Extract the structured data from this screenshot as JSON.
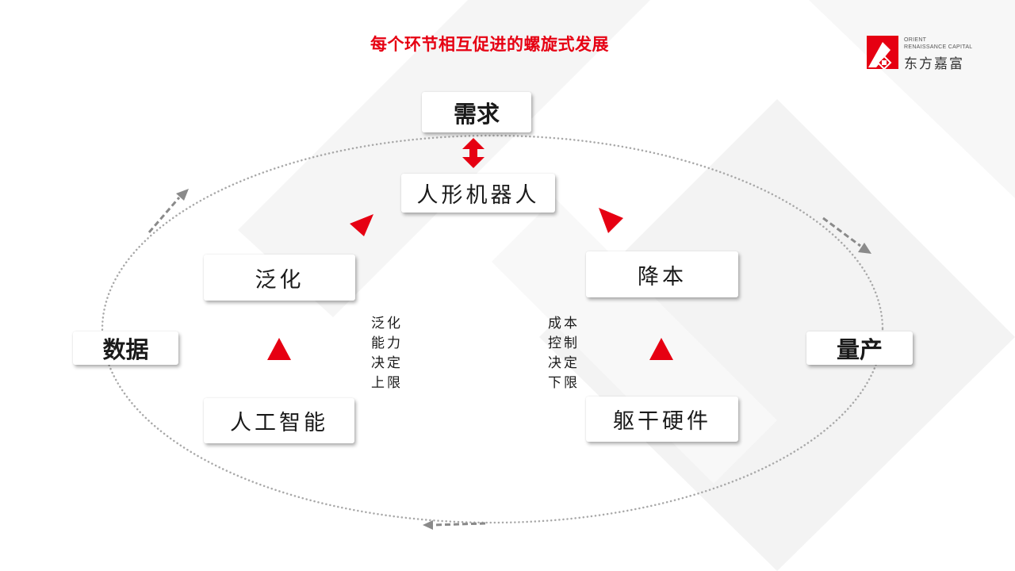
{
  "title": "每个环节相互促进的螺旋式发展",
  "logo": {
    "en_line1": "ORIENT",
    "en_line2": "RENAISSANCE CAPITAL",
    "cn": "东方嘉富"
  },
  "nodes": {
    "demand": "需求",
    "robot": "人形机器人",
    "generalization": "泛化",
    "cost_reduction": "降本",
    "ai": "人工智能",
    "hardware": "躯干硬件",
    "data": "数据",
    "mass_production": "量产"
  },
  "notes": {
    "left": [
      "泛化",
      "能力",
      "决定",
      "上限"
    ],
    "right": [
      "成本",
      "控制",
      "决定",
      "下限"
    ]
  },
  "colors": {
    "accent": "#e60012",
    "ellipse": "#a8a8a8",
    "flow_arrow": "#8a8a8a",
    "text": "#1a1a1a"
  }
}
